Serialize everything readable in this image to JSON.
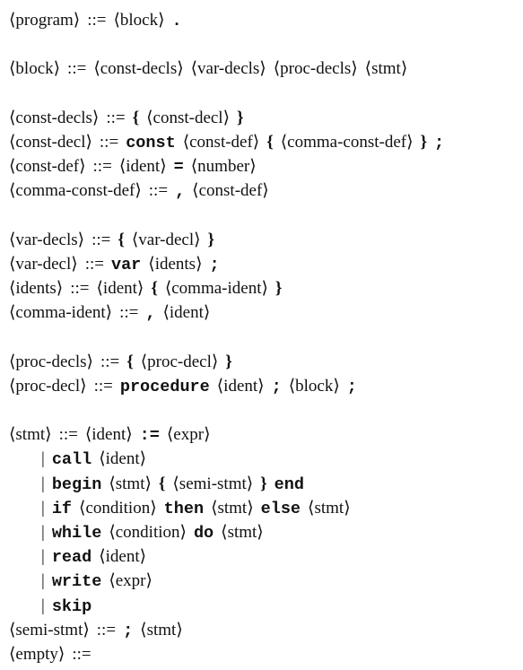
{
  "grammar": [
    {
      "indent": 0,
      "tokens": [
        {
          "t": "nt",
          "v": "⟨program⟩"
        },
        {
          "t": "op",
          "v": "::="
        },
        {
          "t": "nt",
          "v": "⟨block⟩"
        },
        {
          "t": "sym",
          "v": "."
        }
      ]
    },
    {
      "blank": true
    },
    {
      "indent": 0,
      "tokens": [
        {
          "t": "nt",
          "v": "⟨block⟩"
        },
        {
          "t": "op",
          "v": "::="
        },
        {
          "t": "nt",
          "v": "⟨const-decls⟩"
        },
        {
          "t": "nt",
          "v": "⟨var-decls⟩"
        },
        {
          "t": "nt",
          "v": "⟨proc-decls⟩"
        },
        {
          "t": "nt",
          "v": "⟨stmt⟩"
        }
      ]
    },
    {
      "blank": true
    },
    {
      "indent": 0,
      "tokens": [
        {
          "t": "nt",
          "v": "⟨const-decls⟩"
        },
        {
          "t": "op",
          "v": "::="
        },
        {
          "t": "br",
          "v": "{"
        },
        {
          "t": "nt",
          "v": "⟨const-decl⟩"
        },
        {
          "t": "br",
          "v": "}"
        }
      ]
    },
    {
      "indent": 0,
      "tokens": [
        {
          "t": "nt",
          "v": "⟨const-decl⟩"
        },
        {
          "t": "op",
          "v": "::="
        },
        {
          "t": "kw",
          "v": "const"
        },
        {
          "t": "nt",
          "v": "⟨const-def⟩"
        },
        {
          "t": "br",
          "v": "{"
        },
        {
          "t": "nt",
          "v": "⟨comma-const-def⟩"
        },
        {
          "t": "br",
          "v": "}"
        },
        {
          "t": "sym",
          "v": ";"
        }
      ]
    },
    {
      "indent": 0,
      "tokens": [
        {
          "t": "nt",
          "v": "⟨const-def⟩"
        },
        {
          "t": "op",
          "v": "::="
        },
        {
          "t": "nt",
          "v": "⟨ident⟩"
        },
        {
          "t": "sym",
          "v": "="
        },
        {
          "t": "nt",
          "v": "⟨number⟩"
        }
      ]
    },
    {
      "indent": 0,
      "tokens": [
        {
          "t": "nt",
          "v": "⟨comma-const-def⟩"
        },
        {
          "t": "op",
          "v": "::="
        },
        {
          "t": "sym",
          "v": ","
        },
        {
          "t": "nt",
          "v": "⟨const-def⟩"
        }
      ]
    },
    {
      "blank": true
    },
    {
      "indent": 0,
      "tokens": [
        {
          "t": "nt",
          "v": "⟨var-decls⟩"
        },
        {
          "t": "op",
          "v": "::="
        },
        {
          "t": "br",
          "v": "{"
        },
        {
          "t": "nt",
          "v": "⟨var-decl⟩"
        },
        {
          "t": "br",
          "v": "}"
        }
      ]
    },
    {
      "indent": 0,
      "tokens": [
        {
          "t": "nt",
          "v": "⟨var-decl⟩"
        },
        {
          "t": "op",
          "v": "::="
        },
        {
          "t": "kw",
          "v": "var"
        },
        {
          "t": "nt",
          "v": "⟨idents⟩"
        },
        {
          "t": "sym",
          "v": ";"
        }
      ]
    },
    {
      "indent": 0,
      "tokens": [
        {
          "t": "nt",
          "v": "⟨idents⟩"
        },
        {
          "t": "op",
          "v": "::="
        },
        {
          "t": "nt",
          "v": "⟨ident⟩"
        },
        {
          "t": "br",
          "v": "{"
        },
        {
          "t": "nt",
          "v": "⟨comma-ident⟩"
        },
        {
          "t": "br",
          "v": "}"
        }
      ]
    },
    {
      "indent": 0,
      "tokens": [
        {
          "t": "nt",
          "v": "⟨comma-ident⟩"
        },
        {
          "t": "op",
          "v": "::="
        },
        {
          "t": "sym",
          "v": ","
        },
        {
          "t": "nt",
          "v": "⟨ident⟩"
        }
      ]
    },
    {
      "blank": true
    },
    {
      "indent": 0,
      "tokens": [
        {
          "t": "nt",
          "v": "⟨proc-decls⟩"
        },
        {
          "t": "op",
          "v": "::="
        },
        {
          "t": "br",
          "v": "{"
        },
        {
          "t": "nt",
          "v": "⟨proc-decl⟩"
        },
        {
          "t": "br",
          "v": "}"
        }
      ]
    },
    {
      "indent": 0,
      "tokens": [
        {
          "t": "nt",
          "v": "⟨proc-decl⟩"
        },
        {
          "t": "op",
          "v": "::="
        },
        {
          "t": "kw",
          "v": "procedure"
        },
        {
          "t": "nt",
          "v": "⟨ident⟩"
        },
        {
          "t": "sym",
          "v": ";"
        },
        {
          "t": "nt",
          "v": "⟨block⟩"
        },
        {
          "t": "sym",
          "v": ";"
        }
      ]
    },
    {
      "blank": true
    },
    {
      "indent": 0,
      "tokens": [
        {
          "t": "nt",
          "v": "⟨stmt⟩"
        },
        {
          "t": "op",
          "v": "::="
        },
        {
          "t": "nt",
          "v": "⟨ident⟩"
        },
        {
          "t": "sym",
          "v": ":="
        },
        {
          "t": "nt",
          "v": "⟨expr⟩"
        }
      ]
    },
    {
      "indent": 1,
      "tokens": [
        {
          "t": "bar",
          "v": "|"
        },
        {
          "t": "kw",
          "v": "call"
        },
        {
          "t": "nt",
          "v": "⟨ident⟩"
        }
      ]
    },
    {
      "indent": 1,
      "tokens": [
        {
          "t": "bar",
          "v": "|"
        },
        {
          "t": "kw",
          "v": "begin"
        },
        {
          "t": "nt",
          "v": "⟨stmt⟩"
        },
        {
          "t": "br",
          "v": "{"
        },
        {
          "t": "nt",
          "v": "⟨semi-stmt⟩"
        },
        {
          "t": "br",
          "v": "}"
        },
        {
          "t": "kw",
          "v": "end"
        }
      ]
    },
    {
      "indent": 1,
      "tokens": [
        {
          "t": "bar",
          "v": "|"
        },
        {
          "t": "kw",
          "v": "if"
        },
        {
          "t": "nt",
          "v": "⟨condition⟩"
        },
        {
          "t": "kw",
          "v": "then"
        },
        {
          "t": "nt",
          "v": "⟨stmt⟩"
        },
        {
          "t": "kw",
          "v": "else"
        },
        {
          "t": "nt",
          "v": "⟨stmt⟩"
        }
      ]
    },
    {
      "indent": 1,
      "tokens": [
        {
          "t": "bar",
          "v": "|"
        },
        {
          "t": "kw",
          "v": "while"
        },
        {
          "t": "nt",
          "v": "⟨condition⟩"
        },
        {
          "t": "kw",
          "v": "do"
        },
        {
          "t": "nt",
          "v": "⟨stmt⟩"
        }
      ]
    },
    {
      "indent": 1,
      "tokens": [
        {
          "t": "bar",
          "v": "|"
        },
        {
          "t": "kw",
          "v": "read"
        },
        {
          "t": "nt",
          "v": "⟨ident⟩"
        }
      ]
    },
    {
      "indent": 1,
      "tokens": [
        {
          "t": "bar",
          "v": "|"
        },
        {
          "t": "kw",
          "v": "write"
        },
        {
          "t": "nt",
          "v": "⟨expr⟩"
        }
      ]
    },
    {
      "indent": 1,
      "tokens": [
        {
          "t": "bar",
          "v": "|"
        },
        {
          "t": "kw",
          "v": "skip"
        }
      ]
    },
    {
      "indent": 0,
      "tokens": [
        {
          "t": "nt",
          "v": "⟨semi-stmt⟩"
        },
        {
          "t": "op",
          "v": "::="
        },
        {
          "t": "sym",
          "v": ";"
        },
        {
          "t": "nt",
          "v": "⟨stmt⟩"
        }
      ]
    },
    {
      "indent": 0,
      "tokens": [
        {
          "t": "nt",
          "v": "⟨empty⟩"
        },
        {
          "t": "op",
          "v": "::="
        }
      ]
    }
  ]
}
